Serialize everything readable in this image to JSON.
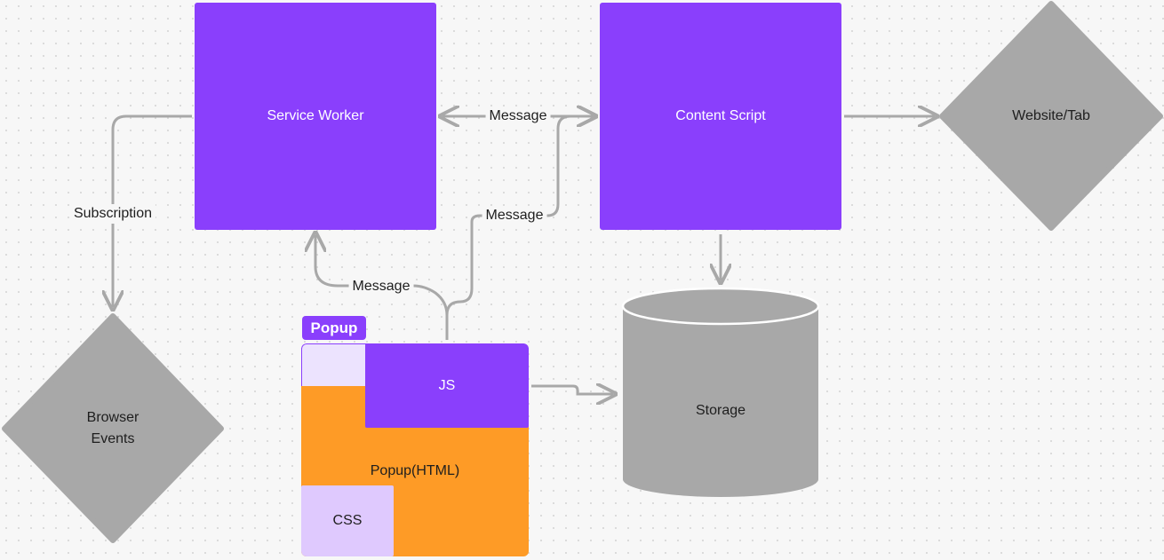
{
  "nodes": {
    "service_worker": "Service Worker",
    "content_script": "Content Script",
    "website_tab": "Website/Tab",
    "browser_events": "Browser\nEvents",
    "storage": "Storage",
    "popup_tag": "Popup",
    "popup_html": "Popup(HTML)",
    "js": "JS",
    "css": "CSS"
  },
  "edges": {
    "sw_cs_message": "Message",
    "popup_cs_message": "Message",
    "popup_sw_message": "Message",
    "subscription": "Subscription"
  },
  "colors": {
    "purple": "#8a3ffc",
    "orange": "#fe9b26",
    "gray": "#a8a8a8",
    "lavender": "#dfc9fe",
    "light_lavender": "#ece3fe",
    "connector": "#a8a8a8"
  }
}
